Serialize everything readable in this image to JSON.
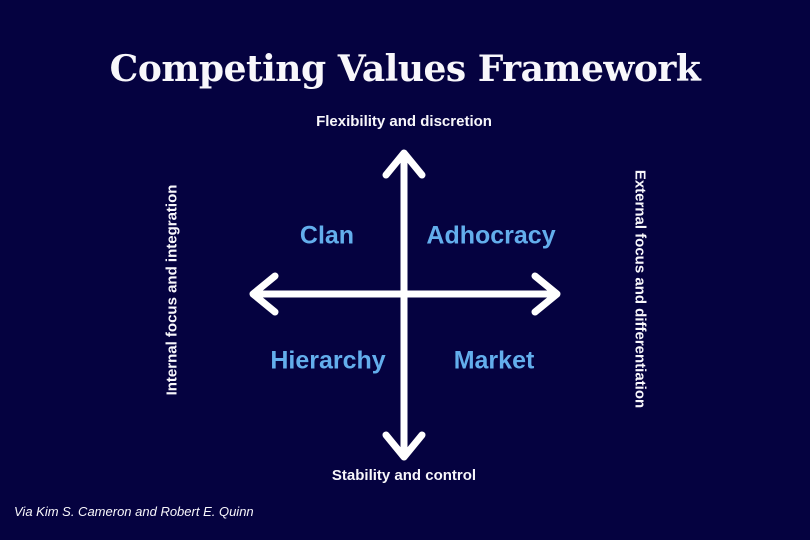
{
  "title": "Competing Values Framework",
  "axes": {
    "top": "Flexibility and discretion",
    "bottom": "Stability and control",
    "left": "Internal focus and integration",
    "right": "External focus and differentiation"
  },
  "quadrants": {
    "top_left": "Clan",
    "top_right": "Adhocracy",
    "bottom_left": "Hierarchy",
    "bottom_right": "Market"
  },
  "attribution": "Via Kim S. Cameron and Robert E. Quinn",
  "colors": {
    "background": "#050240",
    "text": "#f8f7fb",
    "quadrant_label": "#63aeec",
    "arrow": "#ffffff"
  }
}
